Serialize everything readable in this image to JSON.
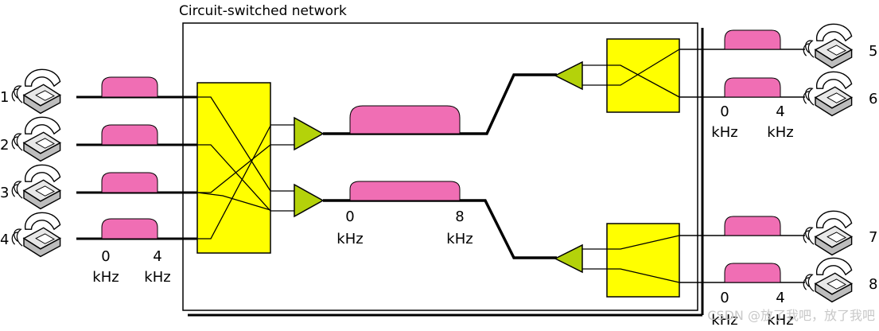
{
  "title": "Circuit-switched network",
  "phones": [
    "1",
    "2",
    "3",
    "4",
    "5",
    "6",
    "7",
    "8"
  ],
  "freq": {
    "left": {
      "low": "0",
      "high": "4",
      "unit": "kHz"
    },
    "mid": {
      "low": "0",
      "high": "8",
      "unit": "kHz"
    },
    "right_top": {
      "low": "0",
      "high": "4",
      "unit": "kHz"
    },
    "right_bottom": {
      "low": "0",
      "high": "4",
      "unit": "kHz"
    }
  },
  "watermark": "CSDN @放了我吧，放了我吧",
  "colors": {
    "switch_fill": "#ffff00",
    "signal_fill": "#f06eb4",
    "amplifier_fill": "#b4d20a",
    "line": "#000000"
  },
  "icons": {
    "telephone": "telephone-icon",
    "amplifier": "triangle-amplifier-icon"
  }
}
